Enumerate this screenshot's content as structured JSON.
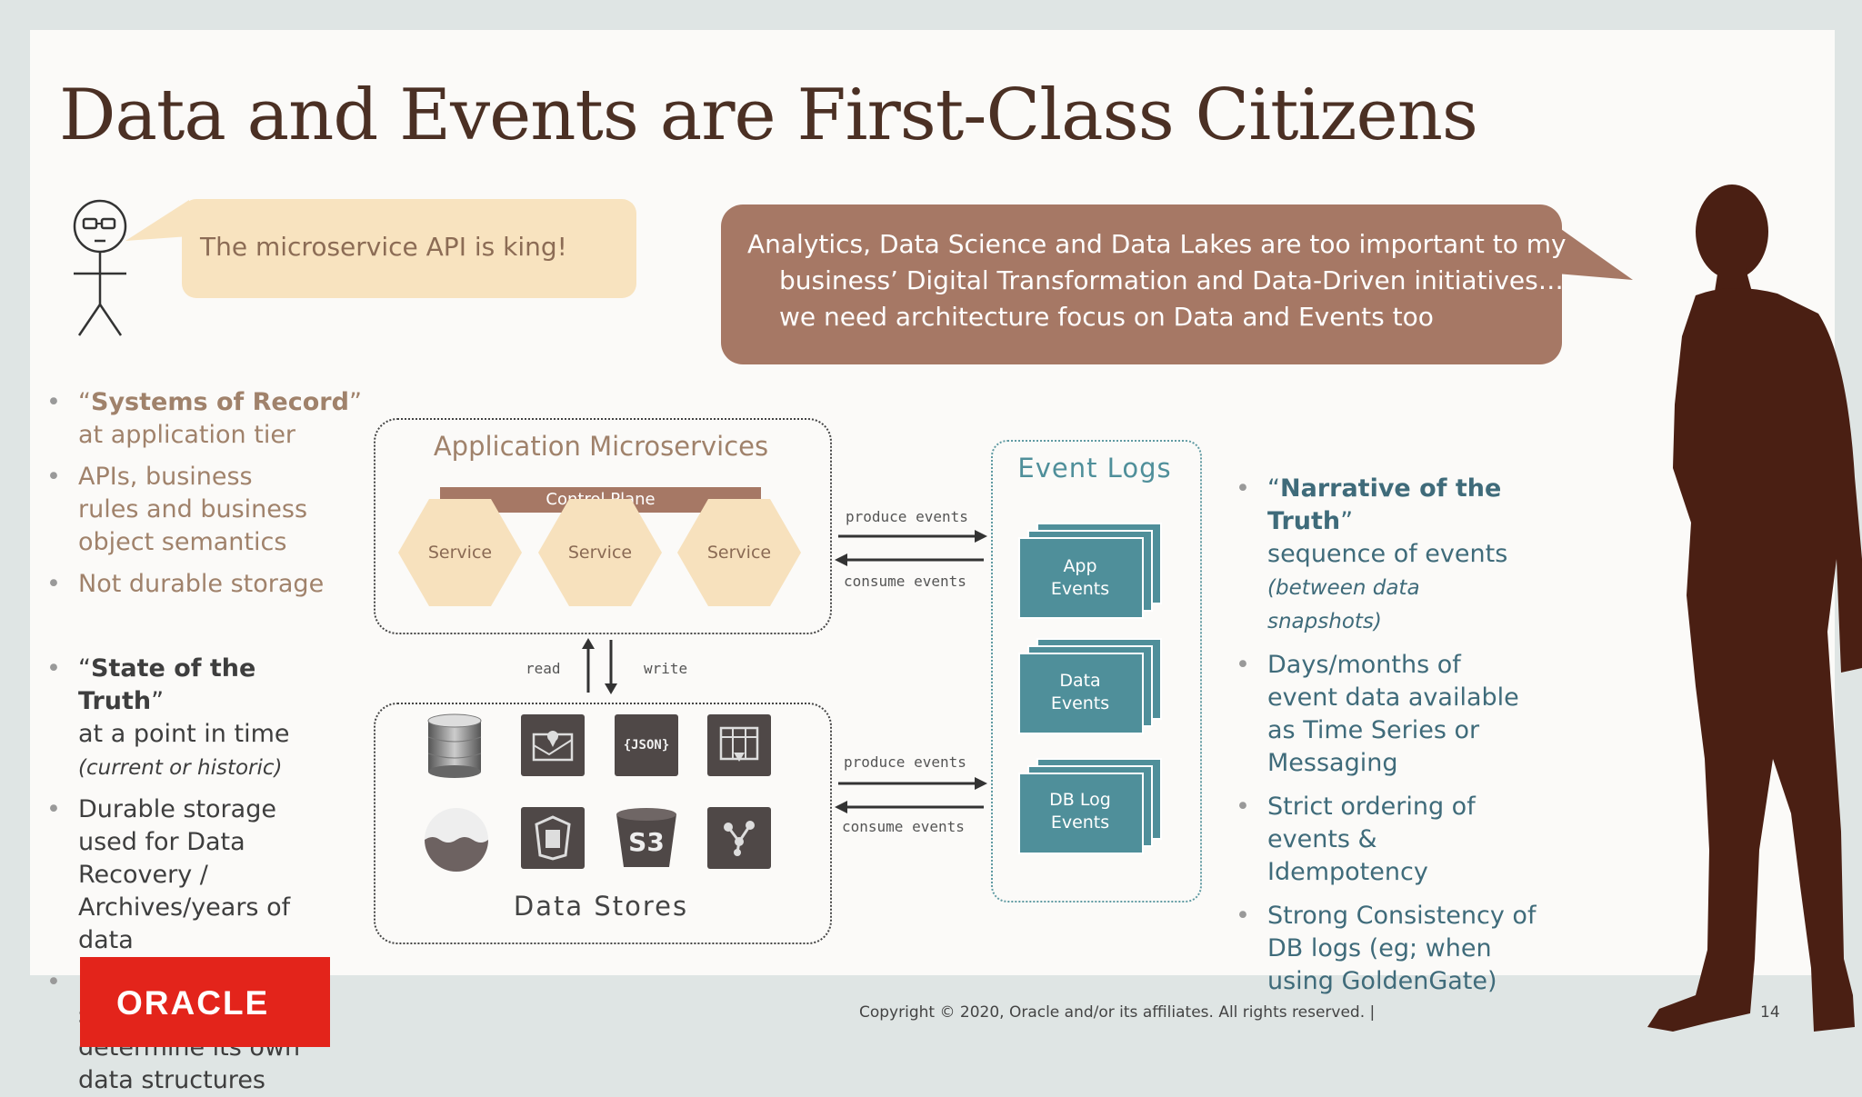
{
  "slide": {
    "title": "Data and Events are First-Class Citizens",
    "left_quote": "The microservice API is king!",
    "right_quote_lines": [
      "Analytics, Data Science and Data Lakes are too important  to my",
      "business’ Digital Transformation and Data-Driven initiatives…",
      "we need architecture focus on Data and Events  too"
    ],
    "left_bullets_top": [
      {
        "quote_open": "“",
        "strong": "Systems of Record",
        "quote_close": "”",
        "rest": "at application tier"
      },
      {
        "text": "APIs,  business  rules and business object semantics"
      },
      {
        "text": "Not durable storage"
      }
    ],
    "left_bullets_bottom": [
      {
        "quote_open": "“",
        "strong": "State of the Truth",
        "quote_close": "”",
        "rest": "at a point in time",
        "note": "(current or historic)"
      },
      {
        "text": "Durable storage used for Data Recovery / Archives/years of data"
      },
      {
        "text": "Polyglot, each service may determine its own data structures"
      }
    ],
    "right_bullets": [
      {
        "quote_open": "“",
        "strong": "Narrative of the Truth",
        "quote_close": "”",
        "rest": "sequence of events",
        "note": "(between data snapshots)"
      },
      {
        "text": "Days/months of event data available as Time Series or Messaging"
      },
      {
        "text": "Strict ordering of events & Idempotency"
      },
      {
        "text": "Strong Consistency of DB logs (eg; when using GoldenGate)"
      }
    ],
    "bullet_char": "•",
    "diagram": {
      "app_title": "Application Microservices",
      "control_plane": "Control Plane",
      "services": [
        "Service",
        "Service",
        "Service"
      ],
      "read": "read",
      "write": "write",
      "produce_events": "produce events",
      "consume_events": "consume events",
      "data_stores_title": "Data Stores",
      "json_icon_text": "{JSON}",
      "s3_icon_text": "S3",
      "event_logs_title": "Event Logs",
      "events": [
        {
          "line1": "App",
          "line2": "Events"
        },
        {
          "line1": "Data",
          "line2": "Events"
        },
        {
          "line1": "DB Log",
          "line2": "Events"
        }
      ]
    },
    "footer": {
      "copyright": "Copyright © 2020, Oracle and/or its affiliates. All rights reserved.  |",
      "page_number": "14"
    },
    "logo": "ORACLE",
    "colors": {
      "title": "#4b3024",
      "left_bubble": "#f8e3bf",
      "right_bubble": "#a67865",
      "event_teal": "#4f8f9a",
      "oracle_red": "#e3241b",
      "silhouette": "#4a1f13"
    }
  }
}
